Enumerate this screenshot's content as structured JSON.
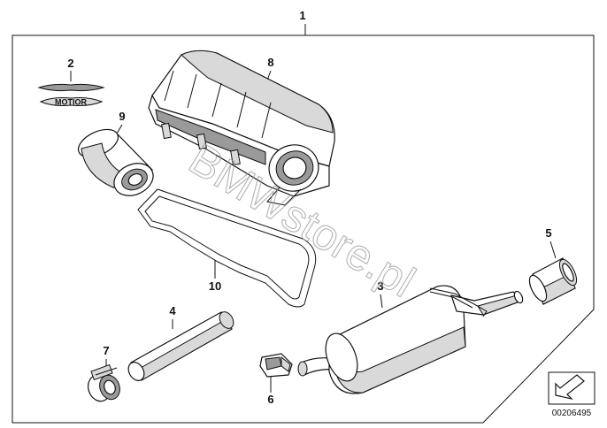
{
  "diagram": {
    "callouts": {
      "c1": "1",
      "c2": "2",
      "c3": "3",
      "c4": "4",
      "c5": "5",
      "c6": "6",
      "c7": "7",
      "c8": "8",
      "c9": "9",
      "c10": "10"
    },
    "watermark": "BMWstore.pl",
    "badge_text": "MOTIOR",
    "document_number": "00206495",
    "nav_icon": "arrow-down-left-icon"
  }
}
